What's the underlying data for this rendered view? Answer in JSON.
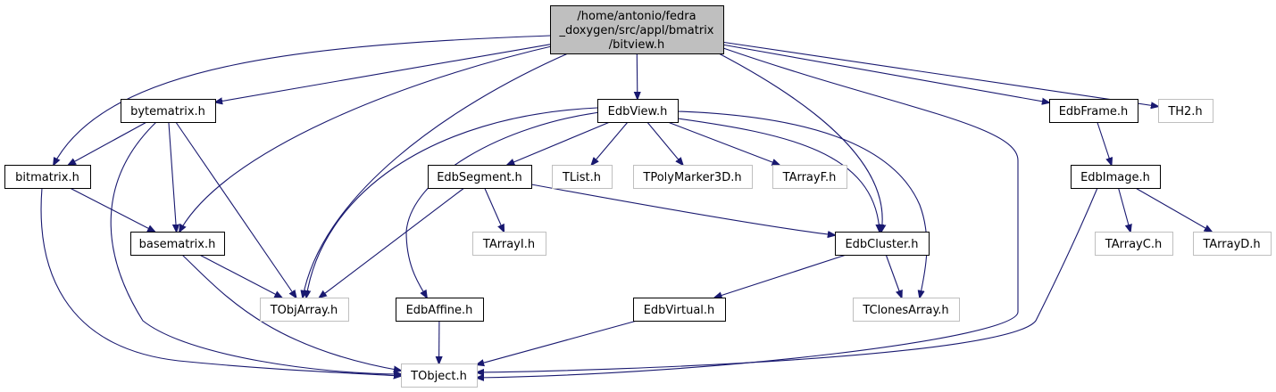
{
  "colors": {
    "edge": "#191970",
    "root_fill": "#bfbfbf",
    "documented_border": "#000000",
    "external_border": "#bfbfbf",
    "external_text": "#000000"
  },
  "nodes": [
    {
      "id": "bitview",
      "lines": [
        "/home/antonio/fedra",
        "_doxygen/src/appl/bmatrix",
        "/bitview.h"
      ],
      "kind": "root"
    },
    {
      "id": "bytematrix",
      "lines": [
        "bytematrix.h"
      ],
      "kind": "documented"
    },
    {
      "id": "bitmatrix",
      "lines": [
        "bitmatrix.h"
      ],
      "kind": "documented"
    },
    {
      "id": "basematrix",
      "lines": [
        "basematrix.h"
      ],
      "kind": "documented"
    },
    {
      "id": "TObjArray",
      "lines": [
        "TObjArray.h"
      ],
      "kind": "external"
    },
    {
      "id": "TObject",
      "lines": [
        "TObject.h"
      ],
      "kind": "external"
    },
    {
      "id": "EdbView",
      "lines": [
        "EdbView.h"
      ],
      "kind": "documented"
    },
    {
      "id": "EdbSegment",
      "lines": [
        "EdbSegment.h"
      ],
      "kind": "documented"
    },
    {
      "id": "TList",
      "lines": [
        "TList.h"
      ],
      "kind": "external"
    },
    {
      "id": "TPolyMarker3D",
      "lines": [
        "TPolyMarker3D.h"
      ],
      "kind": "external"
    },
    {
      "id": "TArrayF",
      "lines": [
        "TArrayF.h"
      ],
      "kind": "external"
    },
    {
      "id": "TArrayI",
      "lines": [
        "TArrayI.h"
      ],
      "kind": "external"
    },
    {
      "id": "EdbCluster",
      "lines": [
        "EdbCluster.h"
      ],
      "kind": "documented"
    },
    {
      "id": "EdbAffine",
      "lines": [
        "EdbAffine.h"
      ],
      "kind": "documented"
    },
    {
      "id": "EdbVirtual",
      "lines": [
        "EdbVirtual.h"
      ],
      "kind": "documented"
    },
    {
      "id": "TClonesArray",
      "lines": [
        "TClonesArray.h"
      ],
      "kind": "external"
    },
    {
      "id": "EdbFrame",
      "lines": [
        "EdbFrame.h"
      ],
      "kind": "documented"
    },
    {
      "id": "TH2",
      "lines": [
        "TH2.h"
      ],
      "kind": "external"
    },
    {
      "id": "EdbImage",
      "lines": [
        "EdbImage.h"
      ],
      "kind": "documented"
    },
    {
      "id": "TArrayC",
      "lines": [
        "TArrayC.h"
      ],
      "kind": "external"
    },
    {
      "id": "TArrayD",
      "lines": [
        "TArrayD.h"
      ],
      "kind": "external"
    }
  ],
  "edges": [
    [
      "bitview",
      "bytematrix"
    ],
    [
      "bitview",
      "bitmatrix"
    ],
    [
      "bitview",
      "basematrix"
    ],
    [
      "bitview",
      "TObjArray"
    ],
    [
      "bitview",
      "EdbView"
    ],
    [
      "bitview",
      "EdbCluster"
    ],
    [
      "bitview",
      "TObject"
    ],
    [
      "bitview",
      "EdbFrame"
    ],
    [
      "bitview",
      "TH2"
    ],
    [
      "bytematrix",
      "bitmatrix"
    ],
    [
      "bytematrix",
      "basematrix"
    ],
    [
      "bytematrix",
      "TObjArray"
    ],
    [
      "bytematrix",
      "TObject"
    ],
    [
      "bitmatrix",
      "basematrix"
    ],
    [
      "bitmatrix",
      "TObject"
    ],
    [
      "basematrix",
      "TObjArray"
    ],
    [
      "basematrix",
      "TObject"
    ],
    [
      "EdbView",
      "EdbSegment"
    ],
    [
      "EdbView",
      "TList"
    ],
    [
      "EdbView",
      "TPolyMarker3D"
    ],
    [
      "EdbView",
      "TArrayF"
    ],
    [
      "EdbView",
      "EdbCluster"
    ],
    [
      "EdbView",
      "TClonesArray"
    ],
    [
      "EdbView",
      "EdbAffine"
    ],
    [
      "EdbView",
      "TObjArray"
    ],
    [
      "EdbSegment",
      "TArrayI"
    ],
    [
      "EdbSegment",
      "EdbCluster"
    ],
    [
      "EdbSegment",
      "TObjArray"
    ],
    [
      "EdbCluster",
      "EdbVirtual"
    ],
    [
      "EdbCluster",
      "TClonesArray"
    ],
    [
      "EdbAffine",
      "TObject"
    ],
    [
      "EdbVirtual",
      "TObject"
    ],
    [
      "EdbFrame",
      "EdbImage"
    ],
    [
      "EdbImage",
      "TArrayC"
    ],
    [
      "EdbImage",
      "TArrayD"
    ],
    [
      "EdbImage",
      "TObject"
    ]
  ]
}
